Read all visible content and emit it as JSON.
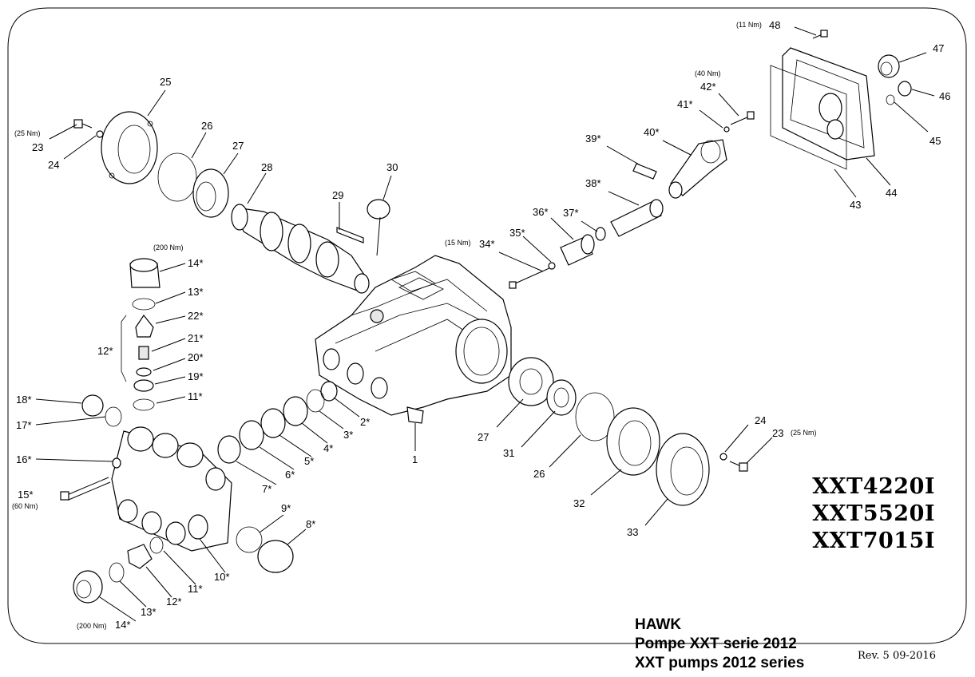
{
  "models": [
    "XXT4220I",
    "XXT5520I",
    "XXT7015I"
  ],
  "brand": "HAWK",
  "title_fr": "Pompe XXT serie 2012",
  "title_en": "XXT pumps 2012 series",
  "revision": "Rev. 5 09-2016",
  "callouts": {
    "p1": "1",
    "p2": "2*",
    "p3": "3*",
    "p4": "4*",
    "p5": "5*",
    "p6": "6*",
    "p7": "7*",
    "p8": "8*",
    "p9": "9*",
    "p10": "10*",
    "p11a": "11*",
    "p11b": "11*",
    "p12a": "12*",
    "p12b": "12*",
    "p13a": "13*",
    "p13b": "13*",
    "p14a": "14*",
    "p14b": "14*",
    "p15": "15*",
    "p16": "16*",
    "p17": "17*",
    "p18": "18*",
    "p19": "19*",
    "p20": "20*",
    "p21": "21*",
    "p22": "22*",
    "p23a": "23",
    "p23b": "23",
    "p24a": "24",
    "p24b": "24",
    "p25": "25",
    "p26a": "26",
    "p26b": "26",
    "p27a": "27",
    "p27b": "27",
    "p28": "28",
    "p29": "29",
    "p30": "30",
    "p31": "31",
    "p32": "32",
    "p33": "33",
    "p34": "34*",
    "p35": "35*",
    "p36": "36*",
    "p37": "37*",
    "p38": "38*",
    "p39": "39*",
    "p40": "40*",
    "p41": "41*",
    "p42": "42*",
    "p43": "43",
    "p44": "44",
    "p45": "45",
    "p46": "46",
    "p47": "47",
    "p48": "48"
  },
  "torques": {
    "t23a": "(25 Nm)",
    "t23b": "(25 Nm)",
    "t14a": "(200 Nm)",
    "t14b": "(200 Nm)",
    "t15": "(60 Nm)",
    "t34": "(15 Nm)",
    "t42": "(40 Nm)",
    "t48": "(11 Nm)"
  }
}
